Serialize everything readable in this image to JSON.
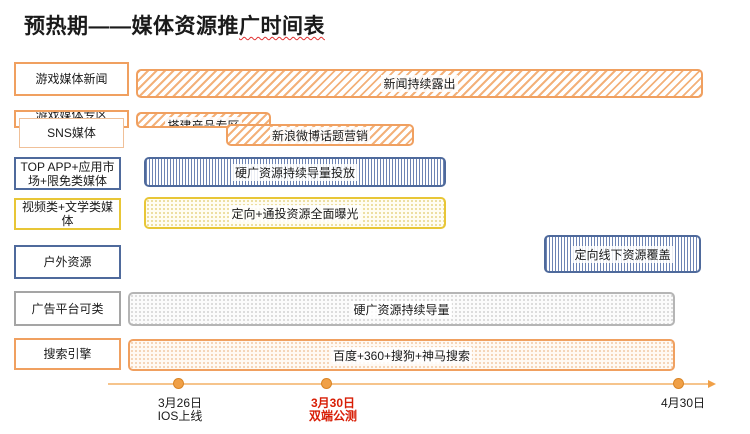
{
  "title_main": "预热期——媒体资源推",
  "title_tail": "广时间表",
  "channels": {
    "game_news": "游戏媒体新闻",
    "game_media_hidden": "游戏媒体专区",
    "sns": "SNS媒体",
    "top_app": "TOP APP+应用市场+限免类媒体",
    "video_lit": "视频类+文学类媒体",
    "outdoor": "户外资源",
    "ad_platform": "广告平台可类",
    "search": "搜索引擎"
  },
  "bars": {
    "news_exposure": "新闻持续露出",
    "build_zone": "搭建产品专区",
    "weibo": "新浪微博话题营销",
    "hard_ad": "硬广资源持续导量投放",
    "targeted": "定向+通投资源全面曝光",
    "outdoor_cover": "定向线下资源覆盖",
    "hard_guide": "硬广资源持续导量",
    "search_engines": "百度+360+搜狗+神马搜索"
  },
  "timeline": {
    "d1_line1": "3月26日",
    "d1_line2": "IOS上线",
    "d2_line1": "3月30日",
    "d2_line2": "双端公测",
    "d3": "4月30日"
  },
  "colors": {
    "orange": "#f0a060",
    "blue": "#4f6a9c",
    "yellow": "#e8c636",
    "gray": "#b5b5b5",
    "highlight_red": "#d81e06"
  }
}
